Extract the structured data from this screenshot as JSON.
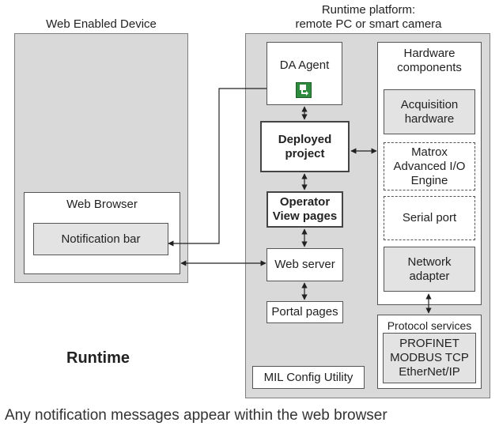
{
  "device": {
    "title": "Web Enabled Device",
    "browser": {
      "title": "Web Browser",
      "notification_bar": "Notification bar"
    }
  },
  "runtime_platform": {
    "title_line1": "Runtime platform:",
    "title_line2": "remote PC or smart camera",
    "da_agent": "DA Agent",
    "deployed_project_line1": "Deployed",
    "deployed_project_line2": "project",
    "operator_view_line1": "Operator",
    "operator_view_line2": "View pages",
    "web_server": "Web server",
    "portal_pages": "Portal pages",
    "mil_config": "MIL Config Utility",
    "hardware": {
      "title_line1": "Hardware",
      "title_line2": "components",
      "acquisition_line1": "Acquisition",
      "acquisition_line2": "hardware",
      "matrox_line1": "Matrox",
      "matrox_line2": "Advanced I/O",
      "matrox_line3": "Engine",
      "serial_port": "Serial port",
      "network_line1": "Network",
      "network_line2": "adapter"
    },
    "protocol": {
      "title": "Protocol services",
      "line1": "PROFINET",
      "line2": "MODBUS TCP",
      "line3": "EtherNet/IP"
    }
  },
  "runtime_label": "Runtime",
  "caption": "Any notification messages appear within the web browser",
  "colors": {
    "panel": "#d9d9d9",
    "inner_box": "#e3e3e3",
    "icon_green": "#2e8b3d"
  },
  "icons": {
    "da_agent": "da-agent-icon"
  }
}
